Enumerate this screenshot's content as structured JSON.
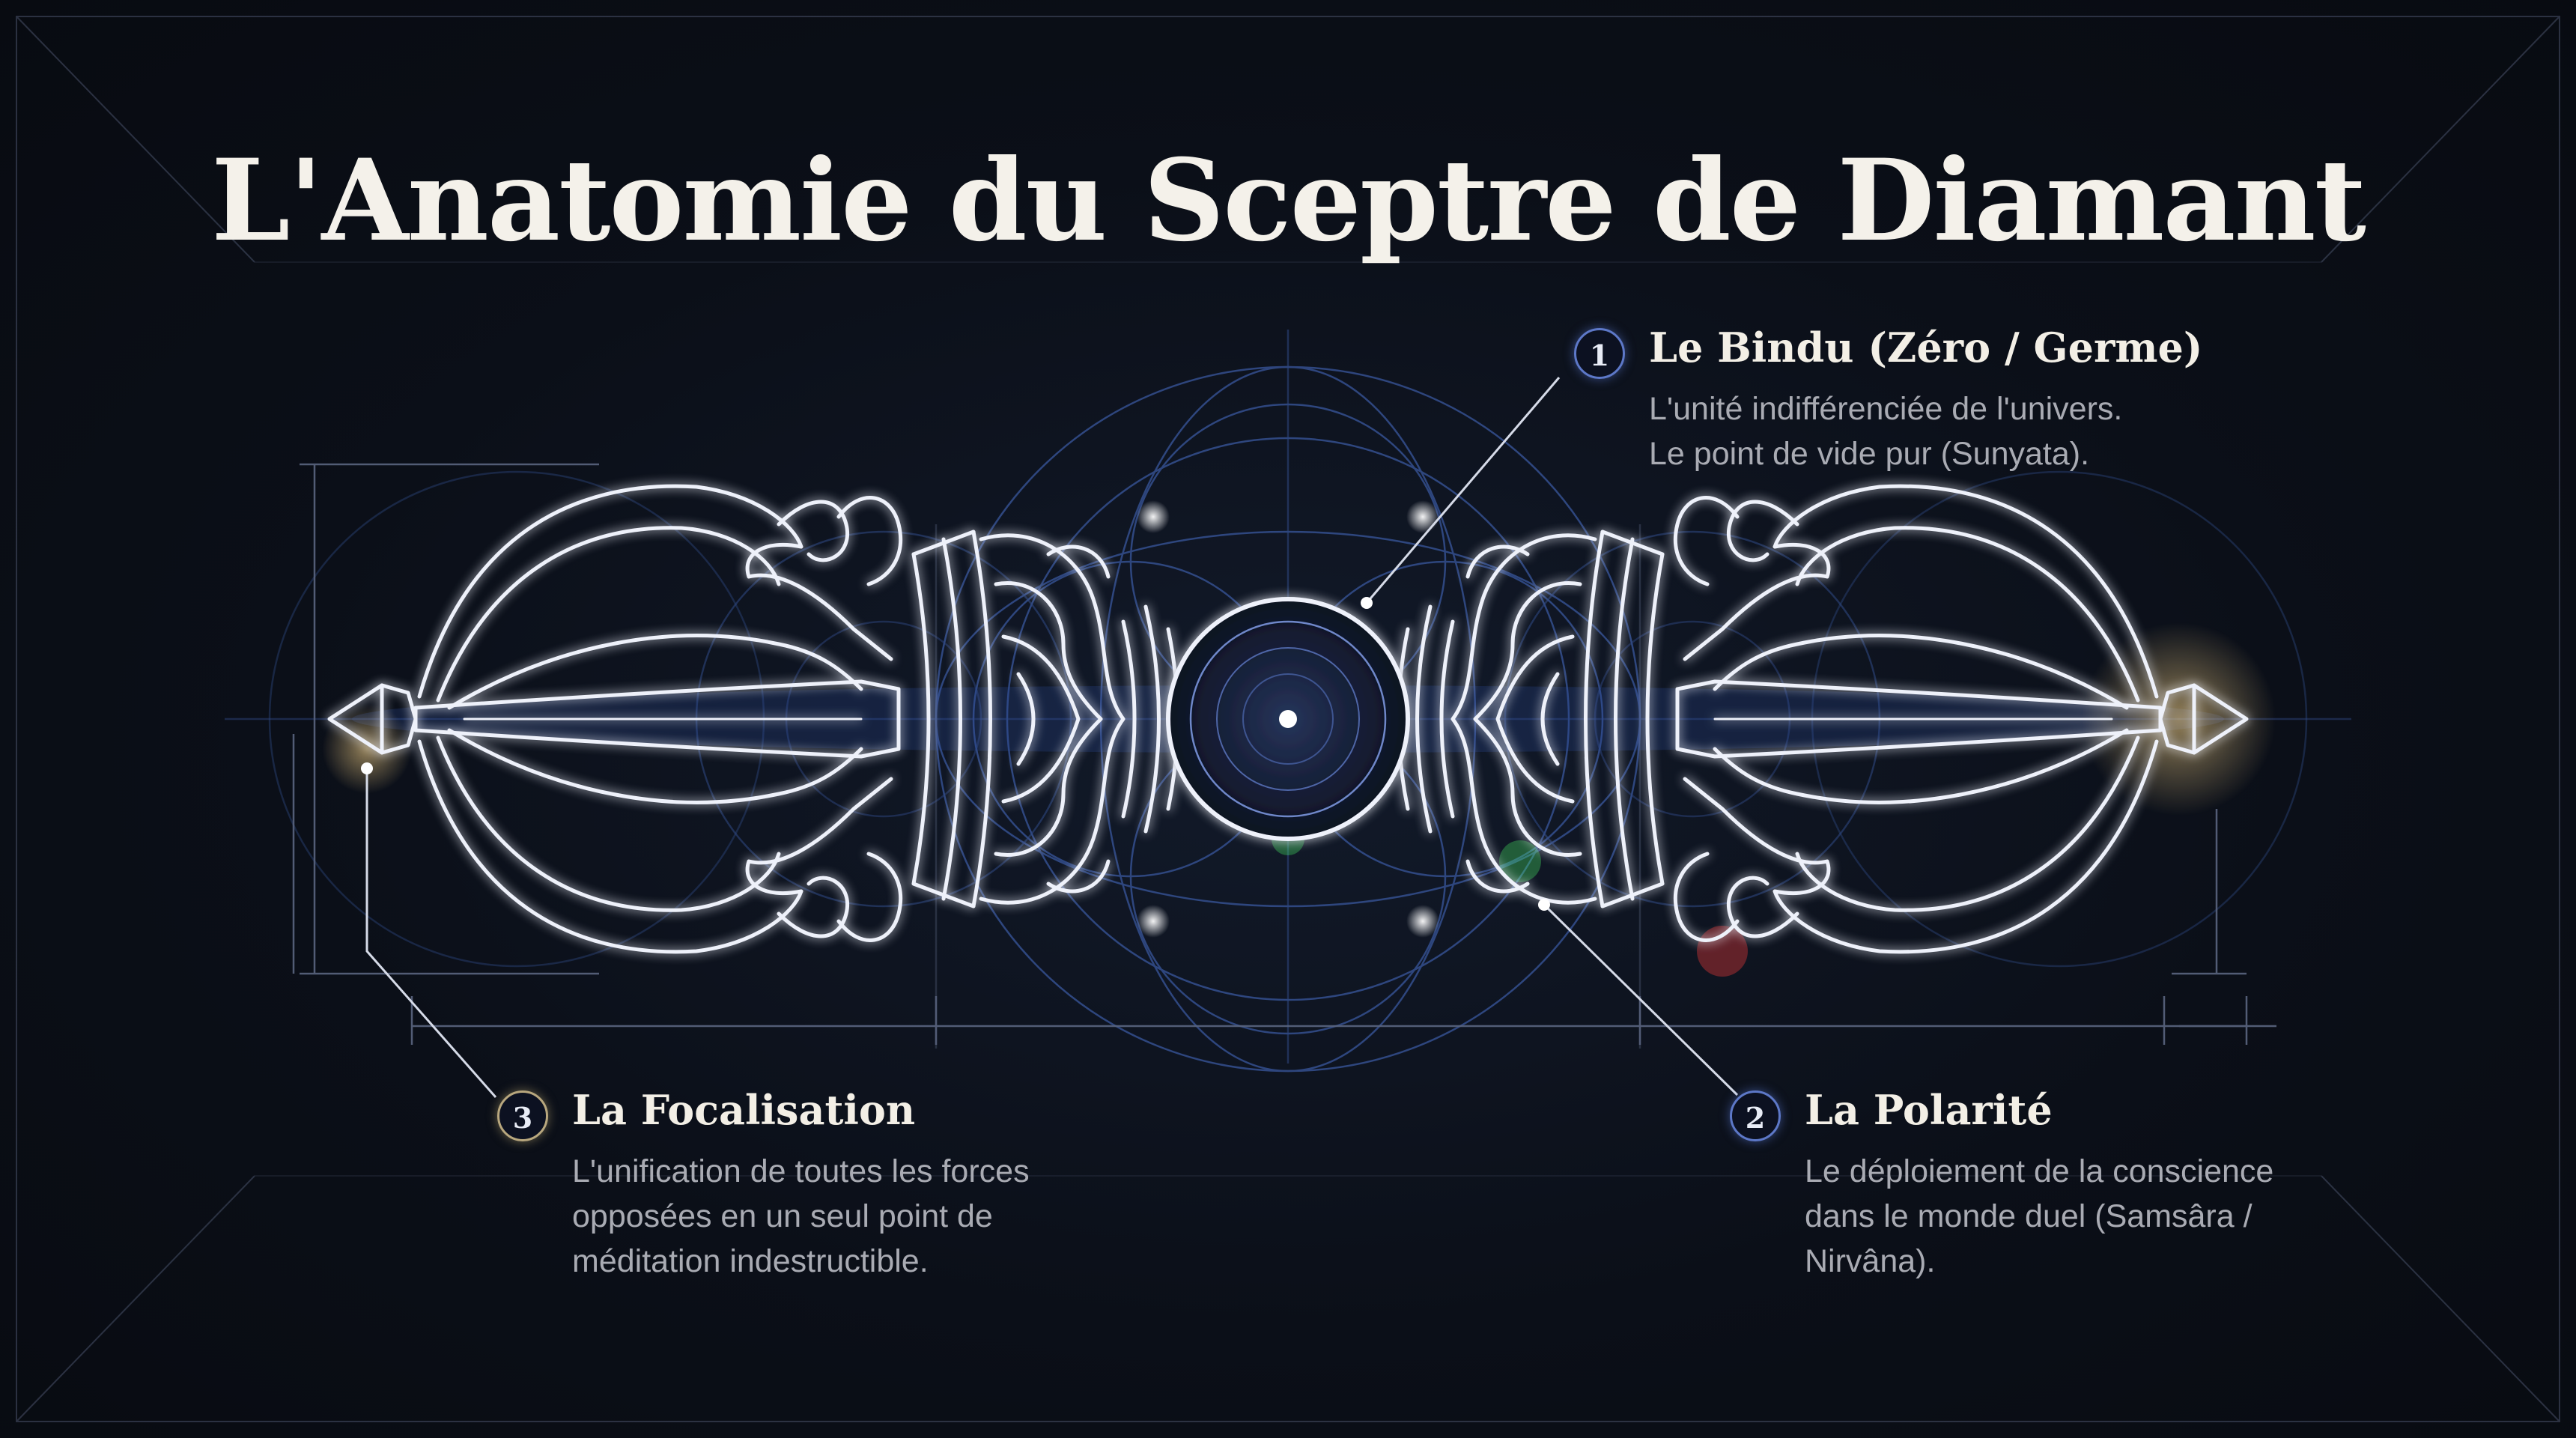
{
  "title": "L'Anatomie du Sceptre de Diamant",
  "callouts": [
    {
      "number": "1",
      "heading": "Le Bindu (Zéro / Germe)",
      "lines": [
        "L'unité indifférenciée de l'univers.",
        "Le point de vide pur (Sunyata)."
      ]
    },
    {
      "number": "2",
      "heading": "La Polarité",
      "lines": [
        "Le déploiement de la conscience",
        "dans le monde duel (Samsâra /",
        "Nirvâna)."
      ]
    },
    {
      "number": "3",
      "heading": "La Focalisation",
      "lines": [
        "L'unification de toutes les forces",
        "opposées en un seul point de",
        "méditation indestructible."
      ]
    }
  ],
  "colors": {
    "background": "#0a0e15",
    "line": "#e9ecf7",
    "accent_blue": "#5d78c8",
    "accent_gold": "#b8a77e",
    "text_muted": "#a9abb3"
  }
}
